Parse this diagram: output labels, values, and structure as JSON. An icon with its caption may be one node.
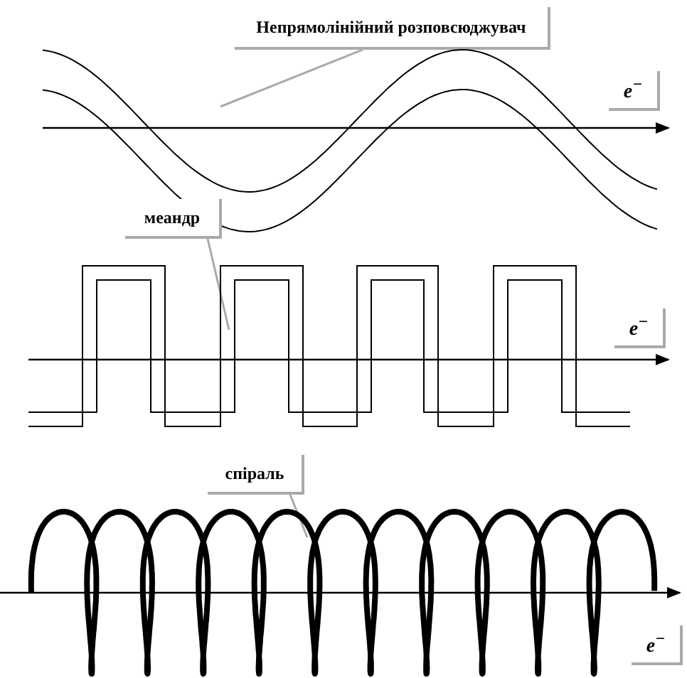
{
  "diagram": {
    "nodes": [
      {
        "text": [
          "Непрямолінійний розповсюджувач"
        ]
      },
      {
        "text": [],
        "shape": "picture"
      },
      {
        "text": [
          "меандр"
        ]
      },
      {
        "text": [],
        "shape": "picture"
      },
      {
        "text": [
          "спіраль"
        ]
      },
      {
        "text": [],
        "shape": "picture"
      }
    ],
    "edges": [
      {
        "from": 0,
        "to": 1,
        "arrow": "none"
      },
      {
        "from": 2,
        "to": 3,
        "arrow": "none"
      },
      {
        "from": 4,
        "to": 5,
        "arrow": "none"
      }
    ],
    "labels": [
      "e$^{−}$",
      "e$^{−}$",
      "e$^{−}$"
    ]
  }
}
